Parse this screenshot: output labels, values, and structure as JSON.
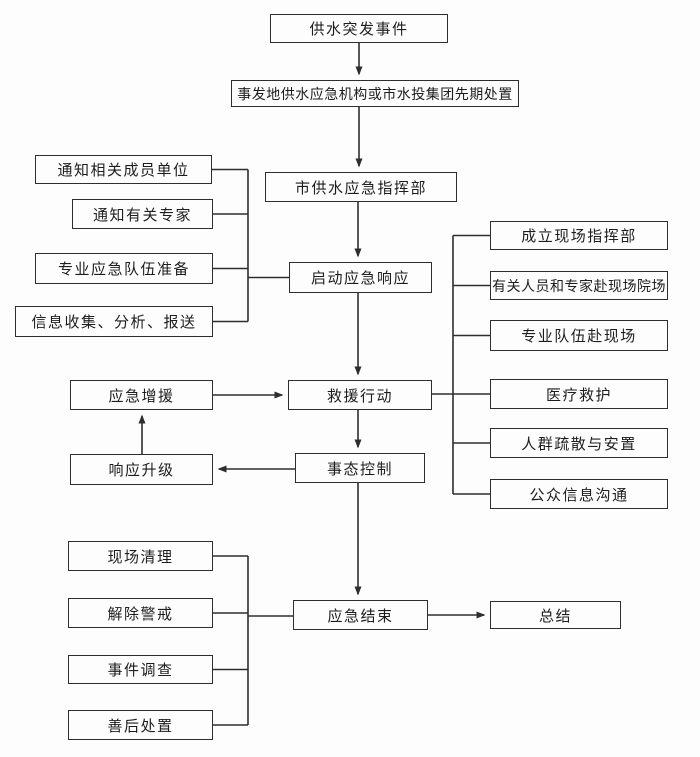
{
  "flowchart": {
    "main_nodes": {
      "event": "供水突发事件",
      "initial_response": "事发地供水应急机构或市水投集团先期处置",
      "command": "市供水应急指挥部",
      "start_response": "启动应急响应",
      "rescue_action": "救援行动",
      "situation_control": "事态控制",
      "response_end": "应急结束",
      "summary": "总结",
      "reinforcement": "应急增援",
      "escalation": "响应升级"
    },
    "preparation_branch": [
      "通知相关成员单位",
      "通知有关专家",
      "专业应急队伍准备",
      "信息收集、分析、报送"
    ],
    "rescue_branch": [
      "成立现场指挥部",
      "有关人员和专家赴现场院场",
      "专业队伍赴现场",
      "医疗救护",
      "人群疏散与安置",
      "公众信息沟通"
    ],
    "closing_branch": [
      "现场清理",
      "解除警戒",
      "事件调查",
      "善后处置"
    ]
  },
  "colors": {
    "line": "#2e2e2e",
    "box_background": "#fdfdfd",
    "text": "#1d1d1d",
    "page_background": "#fdfdfd"
  }
}
